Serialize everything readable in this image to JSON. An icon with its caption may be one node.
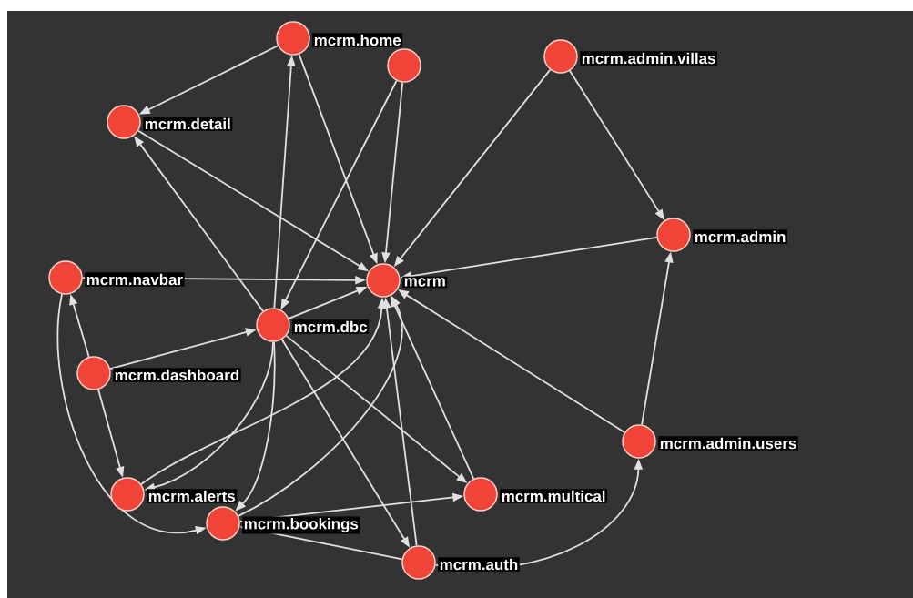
{
  "diagram": {
    "nodes": [
      {
        "text": [
          "mcrm.home"
        ]
      },
      {
        "text": [],
        "shape": "circle"
      },
      {
        "text": [
          "mcrm.admin.villas"
        ]
      },
      {
        "text": [
          "mcrm.detail"
        ]
      },
      {
        "text": [
          "mcrm.admin"
        ]
      },
      {
        "text": [
          "mcrm.navbar"
        ]
      },
      {
        "text": [
          "mcrm.dbc"
        ]
      },
      {
        "text": [
          "mcrm"
        ]
      },
      {
        "text": [
          "mcrm.dashboard"
        ]
      },
      {
        "text": [
          "mcrm.admin.users"
        ]
      },
      {
        "text": [
          "mcrm.alerts"
        ]
      },
      {
        "text": [
          "mcrm.multical"
        ]
      },
      {
        "text": [
          "mcrm.bookings"
        ]
      },
      {
        "text": [
          "mcrm.auth"
        ]
      }
    ],
    "edges": [
      {
        "from": 0,
        "to": 3,
        "arrow": "to"
      },
      {
        "from": 0,
        "to": 7,
        "arrow": "to"
      },
      {
        "from": 6,
        "to": 0,
        "arrow": "to"
      },
      {
        "from": 1,
        "to": 7,
        "arrow": "to"
      },
      {
        "from": 1,
        "to": 6,
        "arrow": "to"
      },
      {
        "from": 2,
        "to": 7,
        "arrow": "to"
      },
      {
        "from": 2,
        "to": 4,
        "arrow": "to"
      },
      {
        "from": 3,
        "to": 7,
        "arrow": "to"
      },
      {
        "from": 6,
        "to": 3,
        "arrow": "to"
      },
      {
        "from": 4,
        "to": 7,
        "arrow": "to"
      },
      {
        "from": 5,
        "to": 7,
        "arrow": "to"
      },
      {
        "from": 5,
        "to": 12,
        "arrow": "to"
      },
      {
        "from": 8,
        "to": 5,
        "arrow": "to"
      },
      {
        "from": 8,
        "to": 10,
        "arrow": "to"
      },
      {
        "from": 8,
        "to": 6,
        "arrow": "to"
      },
      {
        "from": 6,
        "to": 7,
        "arrow": "to"
      },
      {
        "from": 6,
        "to": 10,
        "arrow": "to"
      },
      {
        "from": 10,
        "to": 7,
        "arrow": "to"
      },
      {
        "from": 6,
        "to": 12,
        "arrow": "to"
      },
      {
        "from": 12,
        "to": 7,
        "arrow": "to"
      },
      {
        "from": 6,
        "to": 11,
        "arrow": "to"
      },
      {
        "from": 6,
        "to": 13,
        "arrow": "to"
      },
      {
        "from": 12,
        "to": 11,
        "arrow": "to"
      },
      {
        "from": 13,
        "to": 12,
        "arrow": "to"
      },
      {
        "from": 13,
        "to": 7,
        "arrow": "to"
      },
      {
        "from": 11,
        "to": 7,
        "arrow": "to"
      },
      {
        "from": 13,
        "to": 9,
        "arrow": "to"
      },
      {
        "from": 9,
        "to": 7,
        "arrow": "to"
      },
      {
        "from": 9,
        "to": 4,
        "arrow": "to"
      }
    ]
  }
}
